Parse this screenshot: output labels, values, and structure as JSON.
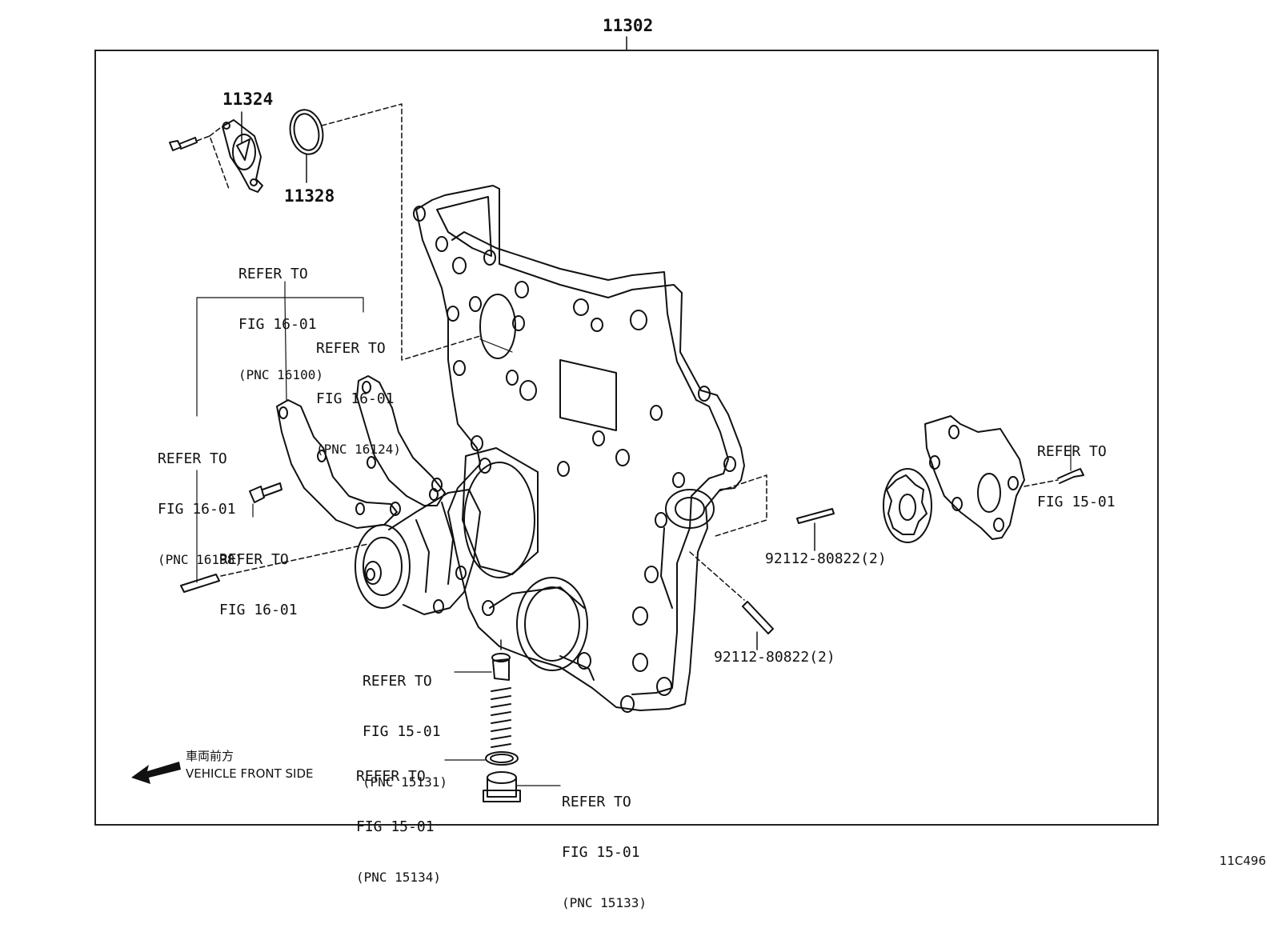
{
  "diagram": {
    "assembly_part_no": "11302",
    "figure_code": "11C496",
    "parts": {
      "bearing_plate": "11324",
      "o_ring": "11328",
      "stud_bolt_upper": "92112-80822(2)",
      "stud_bolt_lower": "92112-80822(2)"
    },
    "refs": {
      "water_pump_gasket": {
        "line1": "REFER TO",
        "line2": "FIG 16-01",
        "pnc": "(PNC 16100)"
      },
      "pump_inlet_gasket": {
        "line1": "REFER TO",
        "line2": "FIG 16-01",
        "pnc": "(PNC 16124)"
      },
      "pump_stud": {
        "line1": "REFER TO",
        "line2": "FIG 16-01",
        "pnc": "(PNC 16198)"
      },
      "pump_bolt": {
        "line1": "REFER TO",
        "line2": "FIG 16-01"
      },
      "oil_pump_bolt": {
        "line1": "REFER TO",
        "line2": "FIG 15-01"
      },
      "relief_valve": {
        "line1": "REFER TO",
        "line2": "FIG 15-01",
        "pnc": "(PNC 15131)"
      },
      "relief_gasket": {
        "line1": "REFER TO",
        "line2": "FIG 15-01",
        "pnc": "(PNC 15134)"
      },
      "relief_plug": {
        "line1": "REFER TO",
        "line2": "FIG 15-01",
        "pnc": "(PNC 15133)"
      }
    },
    "front_indicator": {
      "jp_text": "車両前方",
      "en_text": "VEHICLE FRONT SIDE",
      "icon": "arrow-left-icon"
    }
  }
}
